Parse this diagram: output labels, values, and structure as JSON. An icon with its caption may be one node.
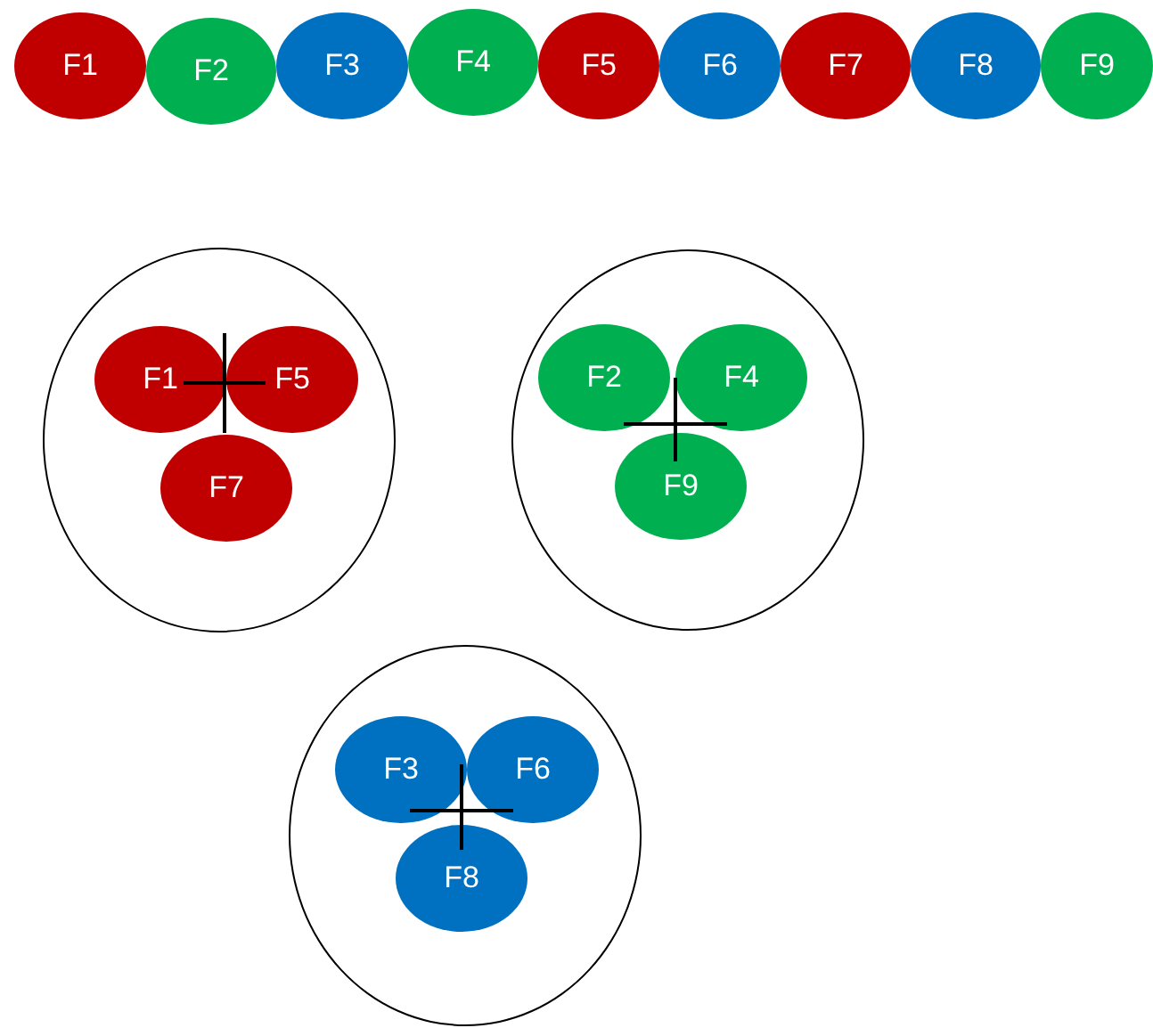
{
  "diagram": {
    "nodes": [
      {
        "text": [
          "F1"
        ]
      },
      {
        "text": [
          "F2"
        ]
      },
      {
        "text": [
          "F3"
        ]
      },
      {
        "text": [
          "F4"
        ]
      },
      {
        "text": [
          "F5"
        ]
      },
      {
        "text": [
          "F6"
        ]
      },
      {
        "text": [
          "F7"
        ]
      },
      {
        "text": [
          "F8"
        ]
      },
      {
        "text": [
          "F9"
        ]
      },
      {
        "text": [],
        "shape": "circle"
      },
      {
        "text": [
          "F1"
        ],
        "in": 9
      },
      {
        "text": [
          "F5"
        ],
        "in": 9
      },
      {
        "text": [
          "F7"
        ],
        "in": 9
      },
      {
        "text": [],
        "shape": "circle"
      },
      {
        "text": [
          "F2"
        ],
        "in": 13
      },
      {
        "text": [
          "F4"
        ],
        "in": 13
      },
      {
        "text": [
          "F9"
        ],
        "in": 13
      },
      {
        "text": [],
        "shape": "circle"
      },
      {
        "text": [
          "F3"
        ],
        "in": 17
      },
      {
        "text": [
          "F6"
        ],
        "in": 17
      },
      {
        "text": [
          "F8"
        ],
        "in": 17
      }
    ],
    "edges": []
  }
}
